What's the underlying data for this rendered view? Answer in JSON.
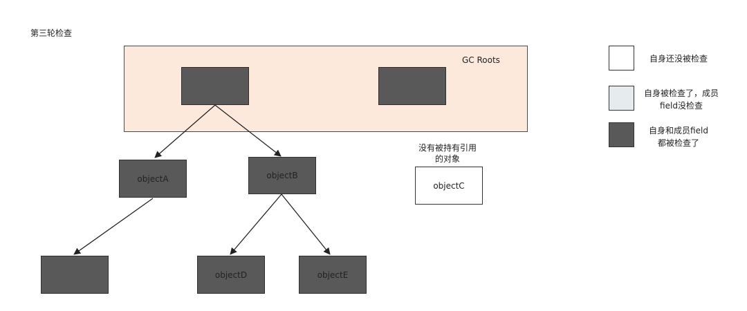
{
  "title": "第三轮检查",
  "roots_label": "GC Roots",
  "nodes": {
    "objectA": "objectA",
    "objectB": "objectB",
    "objectC": "objectC",
    "objectD": "objectD",
    "objectE": "objectE"
  },
  "unreferenced_caption": {
    "line1": "没有被持有引用",
    "line2": "的对象"
  },
  "legend": [
    {
      "lines": [
        "自身还没被检查"
      ],
      "color": "#ffffff"
    },
    {
      "lines": [
        "自身被检查了，成员",
        "field没检查"
      ],
      "color": "#e6ebee"
    },
    {
      "lines": [
        "自身和成员field",
        "都被检查了"
      ],
      "color": "#595959"
    }
  ],
  "colors": {
    "roots_area": "#fce9dc",
    "checked_node": "#595959",
    "unchecked_node": "#ffffff",
    "partial_node": "#e6ebee"
  }
}
